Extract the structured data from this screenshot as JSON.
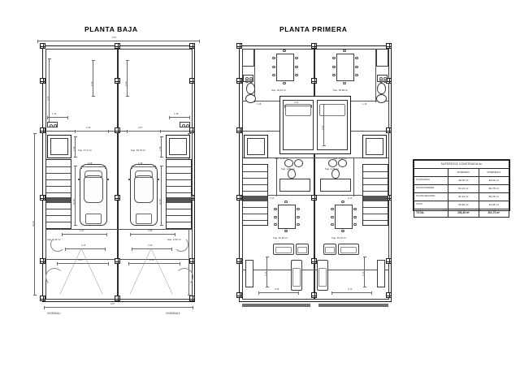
{
  "document": {
    "type": "architectural-floor-plan",
    "sheet_background": "#ffffff",
    "line_color": "#1b1b1b"
  },
  "plans": [
    {
      "id": "planta-baja",
      "title": "PLANTA BAJA",
      "dwellings": [
        "VIVIENDA I",
        "VIVIENDA II"
      ],
      "overall_dim_top": "9,87",
      "overall_dim_bottom": "9,87",
      "top_dims": [
        "4,28",
        "4,22"
      ],
      "interior_dims": [
        "2,96",
        "2,87",
        "1,42",
        "1,38"
      ],
      "left_dims": [
        "4,20",
        "0,76",
        "18,35"
      ],
      "right_dims": [
        "4,20",
        "18,35"
      ],
      "car_dim": "5,08",
      "lower_dims": [
        "4,27",
        "3,96",
        "3,15",
        "3,86",
        "2,90",
        "3,58"
      ],
      "rooms": [
        {
          "label": "Sup. 47,3 m²"
        },
        {
          "label": "Sup. 46,79 m²"
        },
        {
          "label": "Sup. 4,36 m²"
        },
        {
          "label": "Sup. 4,35 m²"
        }
      ]
    },
    {
      "id": "planta-primera",
      "title": "PLANTA PRIMERA",
      "top_dims": [
        "3,08",
        "4,22"
      ],
      "rooms": [
        {
          "label": "Sup. 19,01 m²"
        },
        {
          "label": "Sup. 18,99 m²"
        },
        {
          "label": "Sup. 4,35 m²"
        },
        {
          "label": "Sup. 4,40 m²"
        },
        {
          "label": "Sup. 3,81 m²"
        },
        {
          "label": "Sup. 3,79 m²"
        },
        {
          "label": "Sup. 32,36 m²"
        },
        {
          "label": "Sup. 32,70 m²"
        }
      ],
      "interior_dims": [
        "1,48",
        "1,18",
        "3,00",
        "1,42",
        "1,43",
        "2,72",
        "2,73",
        "2,10",
        "3,12",
        "3,10",
        "3,29",
        "3,12"
      ],
      "bed_dims": [
        "3,00",
        "3,02"
      ]
    }
  ],
  "summary_table": {
    "caption": "SUPERFICIE CONSTRUIDA m²",
    "columns": [
      "",
      "VIVIENDA I",
      "VIVIENDA II"
    ],
    "rows": [
      {
        "label": "PLANTA BAJA",
        "v1": "48,78 m²",
        "v2": "48,22 m²"
      },
      {
        "label": "PLANTA PRIMERA",
        "v1": "61,14 m²",
        "v2": "60,78 m²"
      },
      {
        "label": "PLANTA SEGUNDA",
        "v1": "61,14 m²",
        "v2": "60,78 m²"
      },
      {
        "label": "ÁTICO",
        "v1": "32,39 m²",
        "v2": "32,28 m²"
      }
    ],
    "total": {
      "label": "TOTAL",
      "v1": "203,45 m²",
      "v2": "201,73 m²"
    }
  }
}
